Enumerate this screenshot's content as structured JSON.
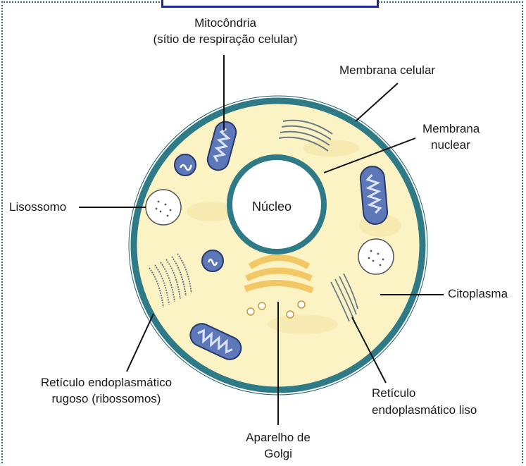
{
  "labels": {
    "mitochondria_title": "Mitocôndria",
    "mitochondria_sub": "(sítio de respiração celular)",
    "cell_membrane": "Membrana celular",
    "nuclear_membrane_1": "Membrana",
    "nuclear_membrane_2": "nuclear",
    "nucleus": "Núcleo",
    "lysosome": "Lisossomo",
    "cytoplasm": "Citoplasma",
    "rough_er_1": "Retículo endoplasmático",
    "rough_er_2": "rugoso (ribossomos)",
    "smooth_er_1": "Retículo",
    "smooth_er_2": "endoplasmático liso",
    "golgi_1": "Aparelho de",
    "golgi_2": "Golgi"
  },
  "colors": {
    "cytoplasm": "#fbf3c4",
    "membrane": "#2e7a86",
    "mitochondria": "#5d78b8",
    "golgi": "#f2c866",
    "frame": "#2a6b6b"
  }
}
